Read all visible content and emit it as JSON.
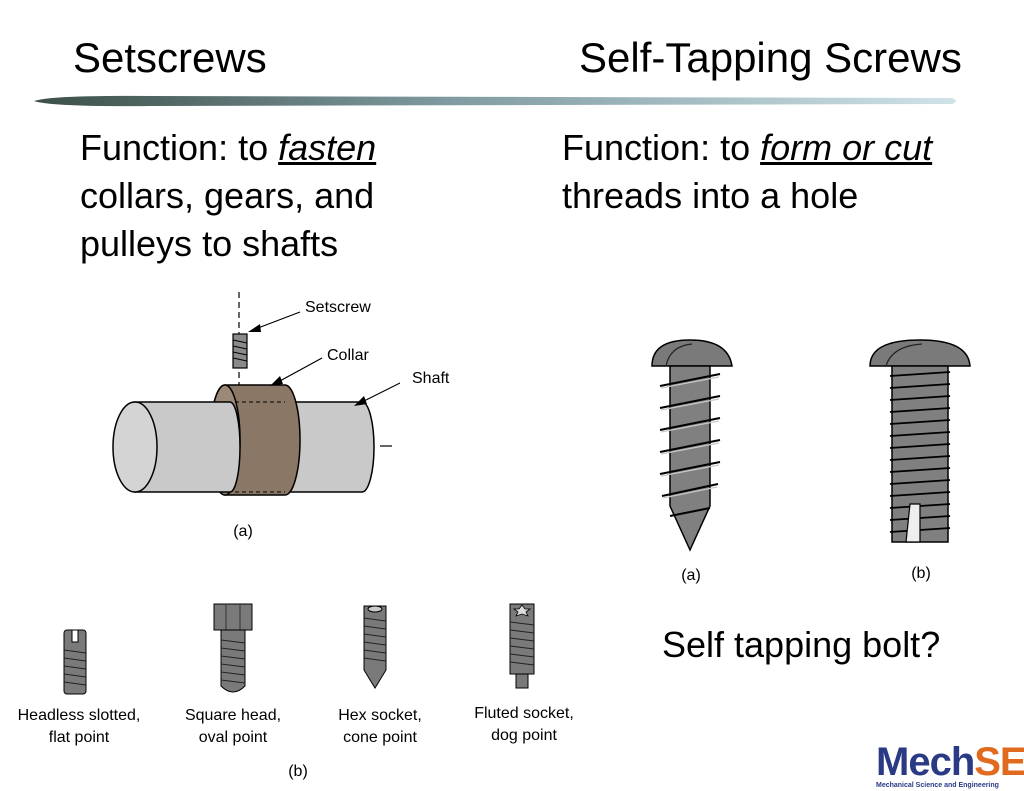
{
  "slide": {
    "title_left": "Setscrews",
    "title_right": "Self-Tapping Screws"
  },
  "left": {
    "function_label": "Function:  to ",
    "function_keyword": "fasten",
    "line2": "collars, gears, and",
    "line3": "pulleys to shafts"
  },
  "right": {
    "function_label": "Function:  to ",
    "function_keyword": "form or cut",
    "line2": "threads into a hole"
  },
  "figure_a": {
    "callout_setscrew": "Setscrew",
    "callout_collar": "Collar",
    "callout_shaft": "Shaft",
    "caption": "(a)"
  },
  "figure_b": {
    "types": [
      {
        "line1": "Headless slotted,",
        "line2": "flat point"
      },
      {
        "line1": "Square head,",
        "line2": "oval point"
      },
      {
        "line1": "Hex socket,",
        "line2": "cone point"
      },
      {
        "line1": "Fluted socket,",
        "line2": "dog point"
      }
    ],
    "caption": "(b)"
  },
  "tapping_figure": {
    "caption_a": "(a)",
    "caption_b": "(b)"
  },
  "question": "Self tapping bolt?",
  "logo": {
    "word_mech": "Mech",
    "word_se": "SE",
    "subtitle": "Mechanical Science and Engineering"
  },
  "colors": {
    "collar": "#8b7765",
    "shaft": "#c9c9c9",
    "screw": "#7a7a7a",
    "divider_dark": "#3c5048",
    "divider_light": "#cfe3e8"
  }
}
